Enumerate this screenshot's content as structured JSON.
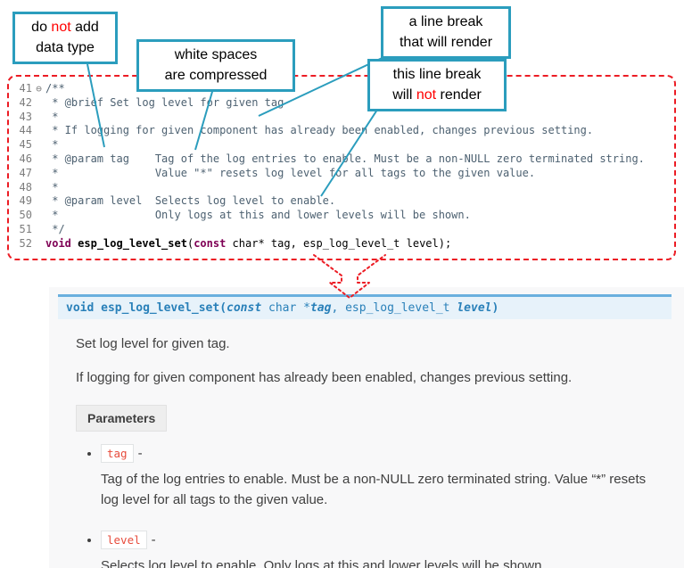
{
  "colors": {
    "accent_teal": "#2b9dbd",
    "annotation_red": "#ff0000",
    "dashed_border_red": "#ec1c24",
    "signature_bg": "#e7f2fa",
    "signature_border": "#6ab0de",
    "signature_text": "#2980b9",
    "param_name_red": "#e74c3c",
    "comment_color": "#4d6171",
    "keyword_color": "#7f0055"
  },
  "callouts": {
    "no_datatype": [
      {
        "t": "do "
      },
      {
        "t": "not",
        "c": "red"
      },
      {
        "t": " add"
      },
      {
        "br": true
      },
      {
        "t": "data type"
      }
    ],
    "whitespace": [
      {
        "t": "white spaces"
      },
      {
        "br": true
      },
      {
        "t": "are compressed"
      }
    ],
    "break_renders": [
      {
        "t": "a line break"
      },
      {
        "br": true
      },
      {
        "t": "that will render"
      }
    ],
    "break_not_renders": [
      {
        "t": "this line break"
      },
      {
        "br": true
      },
      {
        "t": "will "
      },
      {
        "t": "not",
        "c": "red"
      },
      {
        "t": " render"
      }
    ]
  },
  "code": {
    "lines": [
      {
        "num": "41",
        "fold": "⊖",
        "segments": [
          {
            "t": "/**",
            "c": "comment"
          }
        ]
      },
      {
        "num": "42",
        "segments": [
          {
            "t": " * @brief Set log level for given tag",
            "c": "comment"
          }
        ]
      },
      {
        "num": "43",
        "segments": [
          {
            "t": " *",
            "c": "comment"
          }
        ]
      },
      {
        "num": "44",
        "segments": [
          {
            "t": " * If logging for given component has already been enabled, changes previous setting.",
            "c": "comment"
          }
        ]
      },
      {
        "num": "45",
        "segments": [
          {
            "t": " *",
            "c": "comment"
          }
        ]
      },
      {
        "num": "46",
        "segments": [
          {
            "t": " * @param tag    Tag of the log entries to enable. Must be a non-NULL zero terminated string.",
            "c": "comment"
          }
        ]
      },
      {
        "num": "47",
        "segments": [
          {
            "t": " *               Value \"*\" resets log level for all tags to the given value.",
            "c": "comment"
          }
        ]
      },
      {
        "num": "48",
        "segments": [
          {
            "t": " *",
            "c": "comment"
          }
        ]
      },
      {
        "num": "49",
        "segments": [
          {
            "t": " * @param level  Selects log level to enable.",
            "c": "comment"
          }
        ]
      },
      {
        "num": "50",
        "segments": [
          {
            "t": " *               Only logs at this and lower levels will be shown.",
            "c": "comment"
          }
        ]
      },
      {
        "num": "51",
        "segments": [
          {
            "t": " */",
            "c": "comment"
          }
        ]
      },
      {
        "num": "52",
        "segments": [
          {
            "t": "void",
            "c": "keyword"
          },
          {
            "t": " ",
            "c": "plain"
          },
          {
            "t": "esp_log_level_set",
            "c": "funcname"
          },
          {
            "t": "(",
            "c": "plain"
          },
          {
            "t": "const",
            "c": "keyword"
          },
          {
            "t": " char* tag, esp_log_level_t level);",
            "c": "plain"
          }
        ]
      }
    ]
  },
  "docs": {
    "signature": [
      {
        "t": "void",
        "c": "sig-kw"
      },
      {
        "t": " ",
        "c": "sig-type"
      },
      {
        "t": "esp_log_level_set",
        "c": "sig-name"
      },
      {
        "t": "(",
        "c": "sig-name"
      },
      {
        "t": "const",
        "c": "sig-kwi"
      },
      {
        "t": " char *",
        "c": "sig-type"
      },
      {
        "t": "tag",
        "c": "sig-param"
      },
      {
        "t": ", ",
        "c": "sig-type"
      },
      {
        "t": "esp_log_level_t ",
        "c": "sig-type"
      },
      {
        "t": "level",
        "c": "sig-param"
      },
      {
        "t": ")",
        "c": "sig-name"
      }
    ],
    "brief": "Set log level for given tag.",
    "description": "If logging for given component has already been enabled, changes previous setting.",
    "parameters_label": "Parameters",
    "params": [
      {
        "name": "tag",
        "dash": "-",
        "desc": "Tag of the log entries to enable. Must be a non-NULL zero terminated string. Value “*” resets log level for all tags to the given value."
      },
      {
        "name": "level",
        "dash": "-",
        "desc": "Selects log level to enable. Only logs at this and lower levels will be shown."
      }
    ]
  }
}
